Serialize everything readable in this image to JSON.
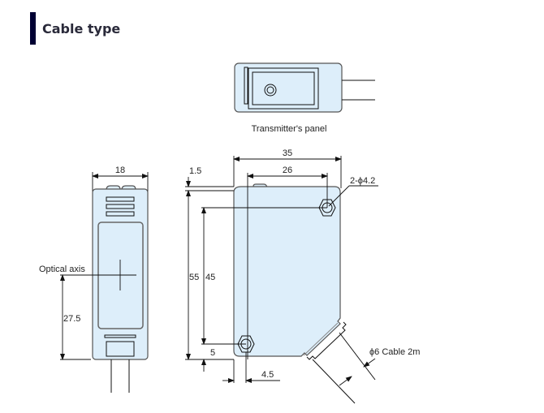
{
  "section": {
    "title": "Cable type"
  },
  "colors": {
    "heading_bar": "#000033",
    "body_fill": "#ddeefa",
    "outline": "#555555"
  },
  "transmitter_panel": {
    "caption": "Transmitter's panel"
  },
  "front_view": {
    "width_dim": "18",
    "optical_axis_label": "Optical axis",
    "optical_axis_height": "27.5"
  },
  "side_view": {
    "overall_width": "35",
    "hole_pitch": "26",
    "tab_offset": "1.5",
    "mount_holes": "2-ϕ4.2",
    "overall_height": "55",
    "hole_vertical_pitch": "45",
    "hole_bottom_offset": "5",
    "hole_side_offset": "4.5",
    "cable": "ϕ6  Cable 2m"
  }
}
